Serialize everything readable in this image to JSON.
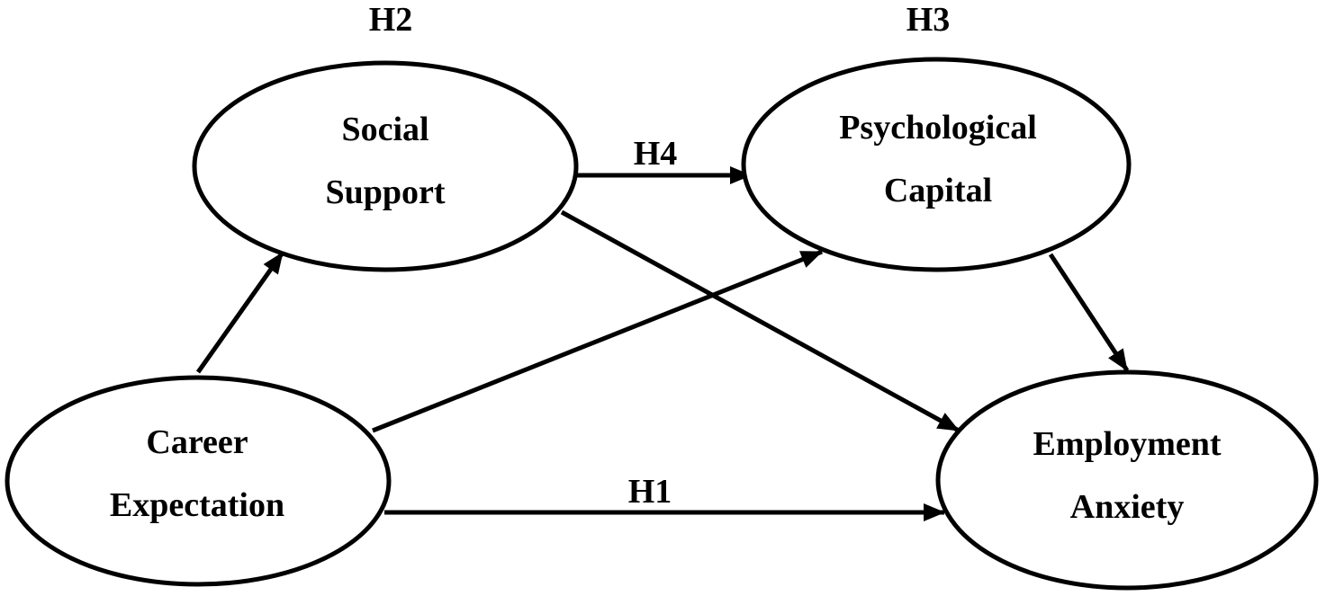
{
  "nodes": {
    "social_support": {
      "line1": "Social",
      "line2": "Support"
    },
    "psychological_capital": {
      "line1": "Psychological",
      "line2": "Capital"
    },
    "career_expectation": {
      "line1": "Career",
      "line2": "Expectation"
    },
    "employment_anxiety": {
      "line1": "Employment",
      "line2": "Anxiety"
    }
  },
  "hypotheses": {
    "h1": "H1",
    "h2": "H2",
    "h3": "H3",
    "h4": "H4"
  },
  "edges": [
    {
      "from": "career_expectation",
      "to": "social_support"
    },
    {
      "from": "career_expectation",
      "to": "psychological_capital"
    },
    {
      "from": "career_expectation",
      "to": "employment_anxiety",
      "label": "H1"
    },
    {
      "from": "social_support",
      "to": "psychological_capital",
      "label": "H4"
    },
    {
      "from": "social_support",
      "to": "employment_anxiety"
    },
    {
      "from": "psychological_capital",
      "to": "employment_anxiety"
    }
  ],
  "colors": {
    "stroke": "#000000",
    "background": "#ffffff"
  }
}
